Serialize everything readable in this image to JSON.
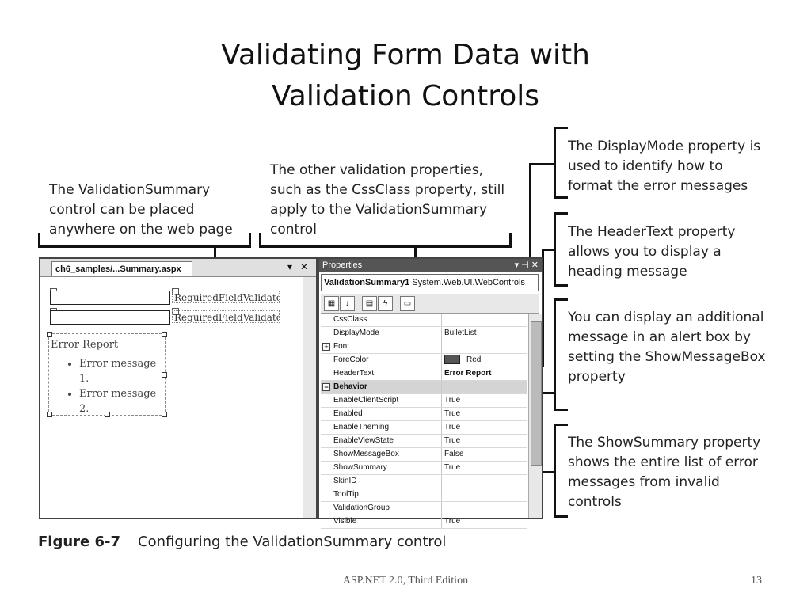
{
  "slide": {
    "title_line1": "Validating Form Data with",
    "title_line2": "Validation Controls",
    "caption_label": "Figure 6-7",
    "caption_text": "Configuring the ValidationSummary control",
    "footer_left": "ASP.NET 2.0, Third Edition",
    "page_number": "13"
  },
  "callouts": {
    "summary_placement": "The ValidationSummary control can be placed anywhere on the web page",
    "other_properties": "The other validation properties, such as the CssClass property, still apply to the ValidationSummary control",
    "display_mode": "The DisplayMode property is used to identify how to format the error messages",
    "header_text": "The HeaderText property allows you to display a heading message",
    "show_message_box": "You can display an additional message in an alert box by setting the ShowMessageBox property",
    "show_summary": "The ShowSummary property shows the entire list of error messages from invalid controls"
  },
  "designer": {
    "tab_label": "ch6_samples/...Summary.aspx",
    "dropdown_glyph": "▾",
    "close_glyph": "✕",
    "validator_label_1": "RequiredFieldValidator",
    "validator_label_2": "RequiredFieldValidator",
    "summary_header": "Error Report",
    "summary_items": [
      "Error message 1.",
      "Error message 2."
    ]
  },
  "properties": {
    "title": "Properties",
    "title_controls": "▾ ⊣ ✕",
    "object_name": "ValidationSummary1",
    "object_type": "System.Web.UI.WebControls",
    "rows": [
      {
        "name": "CssClass",
        "value": ""
      },
      {
        "name": "DisplayMode",
        "value": "BulletList"
      },
      {
        "name": "Font",
        "value": "",
        "expander": "+"
      },
      {
        "name": "ForeColor",
        "value": "Red",
        "swatch": "#555555"
      },
      {
        "name": "HeaderText",
        "value": "Error Report",
        "bold_value": true
      },
      {
        "name": "Behavior",
        "value": "",
        "category": true,
        "expander": "−"
      },
      {
        "name": "EnableClientScript",
        "value": "True"
      },
      {
        "name": "Enabled",
        "value": "True"
      },
      {
        "name": "EnableTheming",
        "value": "True"
      },
      {
        "name": "EnableViewState",
        "value": "True"
      },
      {
        "name": "ShowMessageBox",
        "value": "False"
      },
      {
        "name": "ShowSummary",
        "value": "True"
      },
      {
        "name": "SkinID",
        "value": ""
      },
      {
        "name": "ToolTip",
        "value": ""
      },
      {
        "name": "ValidationGroup",
        "value": ""
      },
      {
        "name": "Visible",
        "value": "True"
      }
    ]
  }
}
